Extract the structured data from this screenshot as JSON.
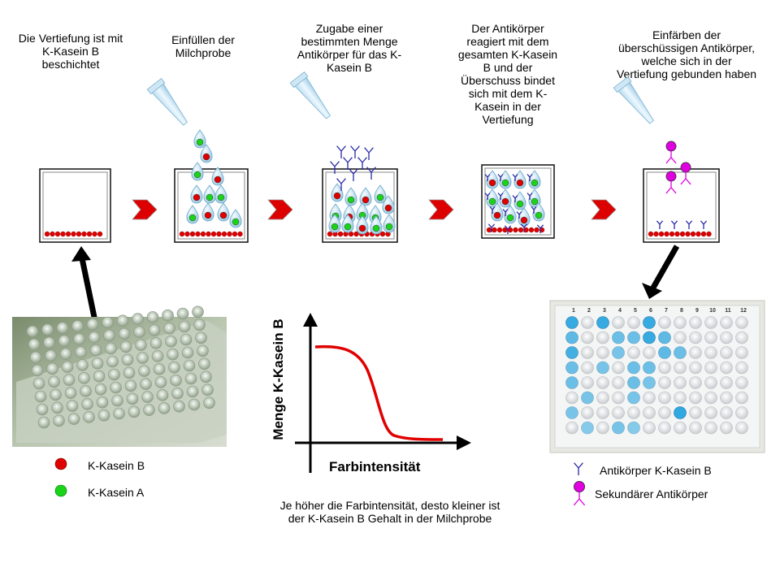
{
  "steps": [
    {
      "caption": "Die Vertiefung ist mit\nK-Kasein B\nbeschichtet"
    },
    {
      "caption": "Einfüllen der\nMilchprobe"
    },
    {
      "caption": "Zugabe einer\nbestimmten Menge\nAntikörper für das K-\nKasein B"
    },
    {
      "caption": "Der Antikörper\nreagiert mit dem\ngesamten K-Kasein\nB und der\nÜberschuss bindet\nsich mit dem K-\nKasein in der\nVertiefung"
    },
    {
      "caption": "Einfärben der\nüberschüssigen Antikörper,\nwelche sich in der\nVertiefung gebunden haben"
    }
  ],
  "legend_left": {
    "red": {
      "label": "K-Kasein B",
      "color": "#e00000"
    },
    "green": {
      "label": "K-Kasein A",
      "color": "#19d419"
    }
  },
  "legend_right": {
    "antibody": {
      "label": "Antikörper K-Kasein B",
      "color": "#2a2aa6"
    },
    "secondary": {
      "label": "Sekundärer Antikörper",
      "color": "#e000e0"
    }
  },
  "graph": {
    "ylabel": "Menge K-Kasein B",
    "xlabel": "Farbintensität",
    "curve_color": "#e00000",
    "caption": "Je höher die Farbintensität, desto kleiner ist\nder K-Kasein B Gehalt in der Milchprobe"
  },
  "plate": {
    "columns": [
      "1",
      "2",
      "3",
      "4",
      "5",
      "6",
      "7",
      "8",
      "9",
      "10",
      "11",
      "12"
    ],
    "well_color": "#2aa6e0"
  },
  "colors": {
    "arrow_step": "#dd0000",
    "well_border": "#555555"
  }
}
